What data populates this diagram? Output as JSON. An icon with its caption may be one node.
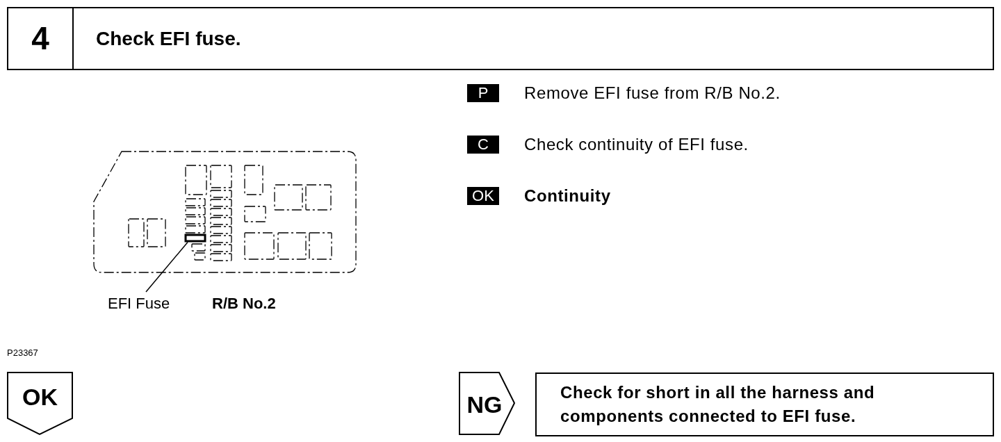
{
  "diagram": {
    "nodes": [
      {
        "text": [
          "4",
          "Check EFI fuse."
        ]
      },
      {
        "text": [
          "EFI Fuse"
        ]
      },
      {
        "text": [],
        "shape": "box"
      },
      {
        "text": [
          "OK"
        ]
      },
      {
        "text": [
          "NG"
        ]
      },
      {
        "text": [
          "Check for short in all the harness and components connected to EFI fuse."
        ]
      }
    ],
    "edges": [
      {
        "from": 1,
        "to": 2,
        "arrow": "none"
      }
    ],
    "labels": [
      "P",
      "Remove EFI fuse from R/B No.2.",
      "C",
      "Check continuity of EFI fuse.",
      "OK",
      "Continuity",
      "R/B No.2",
      "P23367"
    ]
  }
}
